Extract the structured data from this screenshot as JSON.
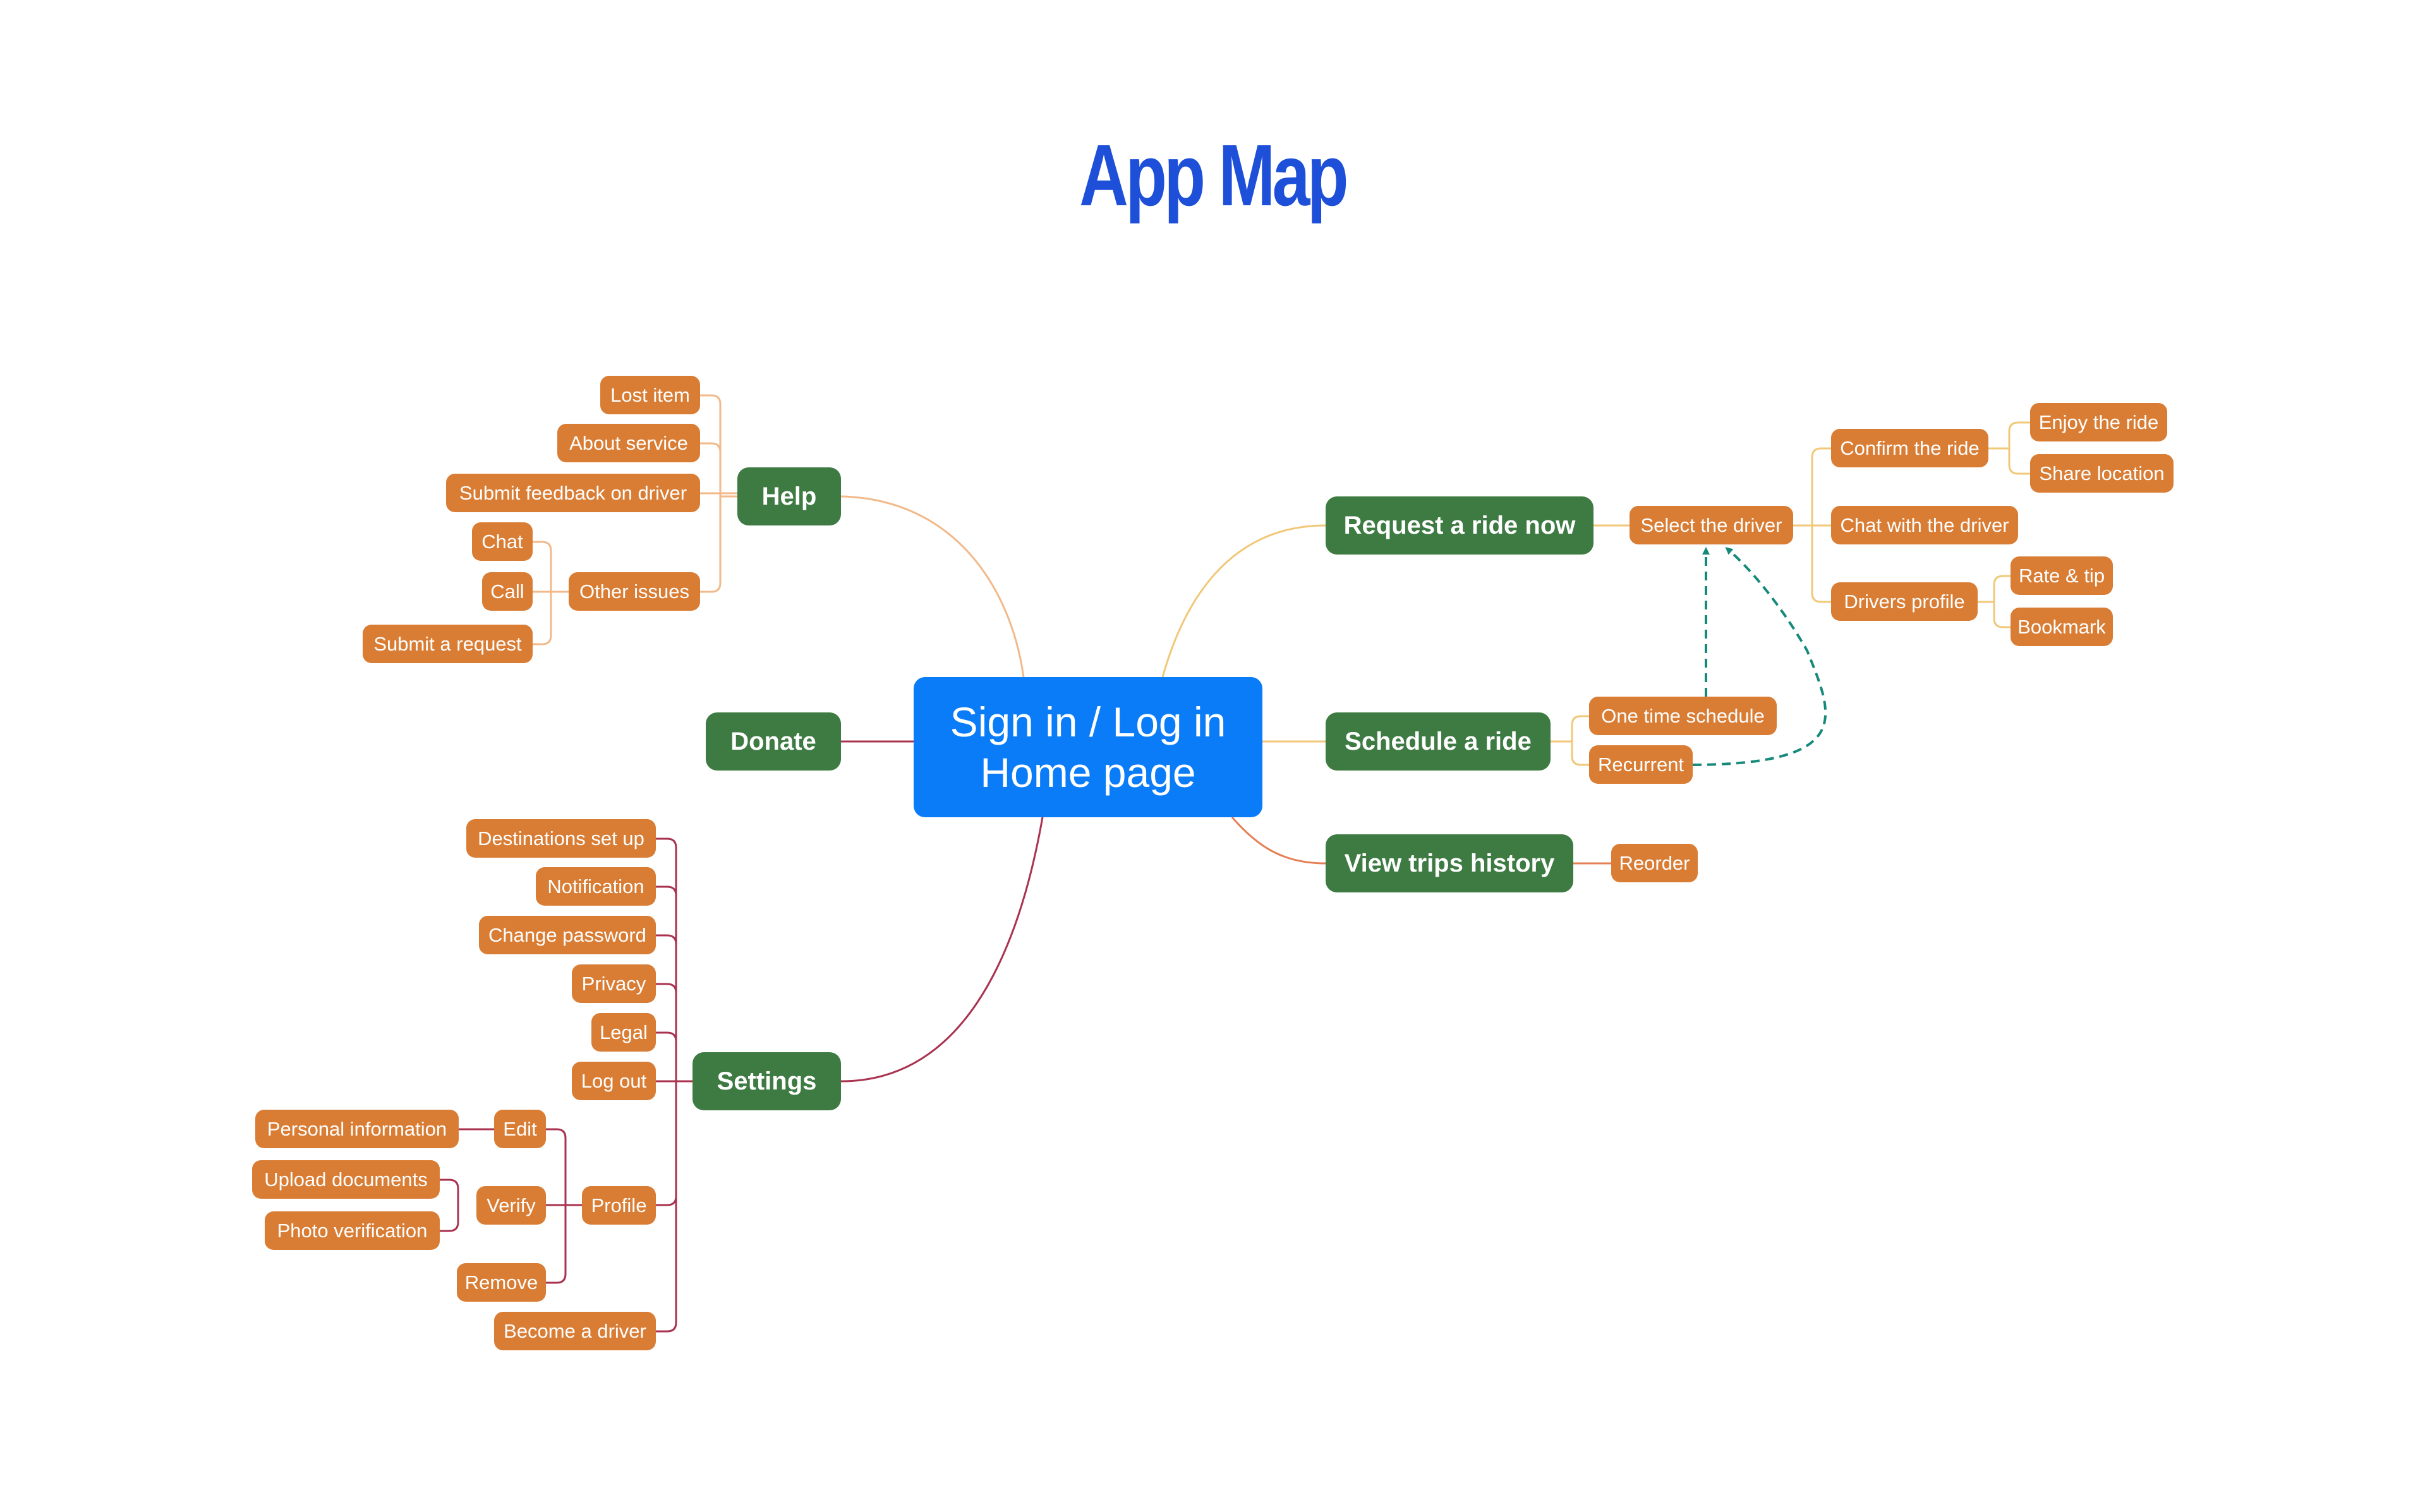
{
  "title": "App Map",
  "root": {
    "line1": "Sign in / Log in",
    "line2": "Home page"
  },
  "colors": {
    "root": "#0a7cf8",
    "branch_node": "#3e7b43",
    "leaf_node": "#d97d35",
    "title": "#1d4fd8",
    "link_help": "#f2b98a",
    "link_request": "#f0c878",
    "link_history": "#e57f55",
    "link_settings": "#a9324f",
    "link_donate": "#a9324f",
    "link_schedule": "#f0c878",
    "link_dashed": "#15897a"
  },
  "nodes": {
    "help": "Help",
    "lost_item": "Lost item",
    "about_service": "About service",
    "submit_feedback": "Submit feedback on driver",
    "other_issues": "Other issues",
    "chat": "Chat",
    "call": "Call",
    "submit_request": "Submit a request",
    "donate": "Donate",
    "settings": "Settings",
    "destinations": "Destinations set up",
    "notification": "Notification",
    "change_password": "Change password",
    "privacy": "Privacy",
    "legal": "Legal",
    "log_out": "Log out",
    "profile": "Profile",
    "edit": "Edit",
    "personal_info": "Personal information",
    "verify": "Verify",
    "upload_docs": "Upload documents",
    "photo_verification": "Photo verification",
    "remove": "Remove",
    "become_driver": "Become a driver",
    "request_ride": "Request a ride now",
    "select_driver": "Select the driver",
    "confirm_ride": "Confirm the ride",
    "enjoy_ride": "Enjoy the ride",
    "share_location": "Share location",
    "chat_driver": "Chat with the driver",
    "drivers_profile": "Drivers profile",
    "rate_tip": "Rate & tip",
    "bookmark": "Bookmark",
    "schedule_ride": "Schedule a ride",
    "one_time": "One time schedule",
    "recurrent": "Recurrent",
    "view_history": "View trips history",
    "reorder": "Reorder"
  }
}
